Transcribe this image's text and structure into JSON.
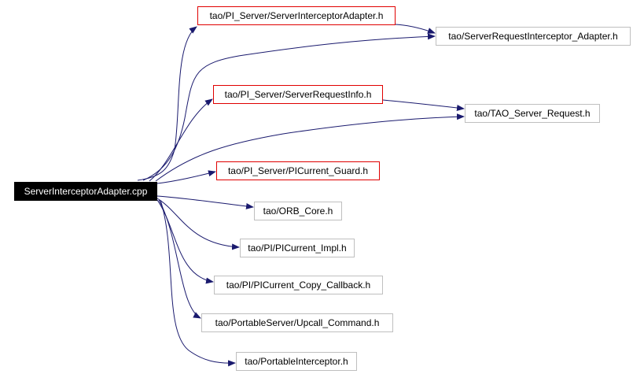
{
  "graph": {
    "source": "ServerInterceptorAdapter.cpp",
    "nodes": {
      "root": "ServerInterceptorAdapter.cpp",
      "pi_sia": "tao/PI_Server/ServerInterceptorAdapter.h",
      "sri_adapter": "tao/ServerRequestInterceptor_Adapter.h",
      "pi_sri": "tao/PI_Server/ServerRequestInfo.h",
      "tao_sr": "tao/TAO_Server_Request.h",
      "pic_guard": "tao/PI_Server/PICurrent_Guard.h",
      "orb_core": "tao/ORB_Core.h",
      "pic_impl": "tao/PI/PICurrent_Impl.h",
      "pic_copy": "tao/PI/PICurrent_Copy_Callback.h",
      "upcall": "tao/PortableServer/Upcall_Command.h",
      "portable_interceptor": "tao/PortableInterceptor.h"
    },
    "node_styles": {
      "root": "root",
      "pi_sia": "red",
      "sri_adapter": "grey",
      "pi_sri": "red",
      "tao_sr": "grey",
      "pic_guard": "red",
      "orb_core": "grey",
      "pic_impl": "grey",
      "pic_copy": "grey",
      "upcall": "grey",
      "portable_interceptor": "grey"
    },
    "edges": [
      [
        "root",
        "pi_sia"
      ],
      [
        "root",
        "sri_adapter"
      ],
      [
        "root",
        "pi_sri"
      ],
      [
        "root",
        "tao_sr"
      ],
      [
        "root",
        "pic_guard"
      ],
      [
        "root",
        "orb_core"
      ],
      [
        "root",
        "pic_impl"
      ],
      [
        "root",
        "pic_copy"
      ],
      [
        "root",
        "upcall"
      ],
      [
        "root",
        "portable_interceptor"
      ],
      [
        "pi_sia",
        "sri_adapter"
      ],
      [
        "pi_sri",
        "tao_sr"
      ]
    ],
    "colors": {
      "edge": "#1a1a6e",
      "red_border": "#e00000",
      "grey_border": "#bfbfbf",
      "root_fill": "#000000"
    }
  }
}
